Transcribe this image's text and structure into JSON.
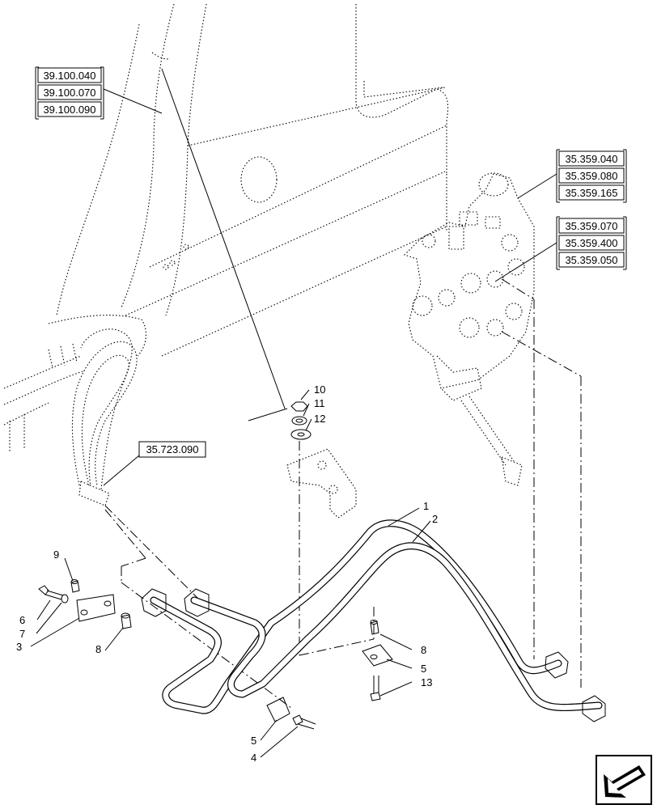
{
  "reference_boxes": {
    "group_boom": [
      "39.100.040",
      "39.100.070",
      "39.100.090"
    ],
    "group_valve_top": [
      "35.359.040",
      "35.359.080",
      "35.359.165"
    ],
    "group_valve_mid": [
      "35.359.070",
      "35.359.400",
      "35.359.050"
    ],
    "hose_ref": "35.723.090"
  },
  "callouts": {
    "c1": "1",
    "c2": "2",
    "c3": "3",
    "c4": "4",
    "c5a": "5",
    "c5b": "5",
    "c6": "6",
    "c7": "7",
    "c8a": "8",
    "c8b": "8",
    "c9": "9",
    "c10": "10",
    "c11": "11",
    "c12": "12",
    "c13": "13"
  },
  "icons": {
    "nav": "arrow-return-icon"
  }
}
